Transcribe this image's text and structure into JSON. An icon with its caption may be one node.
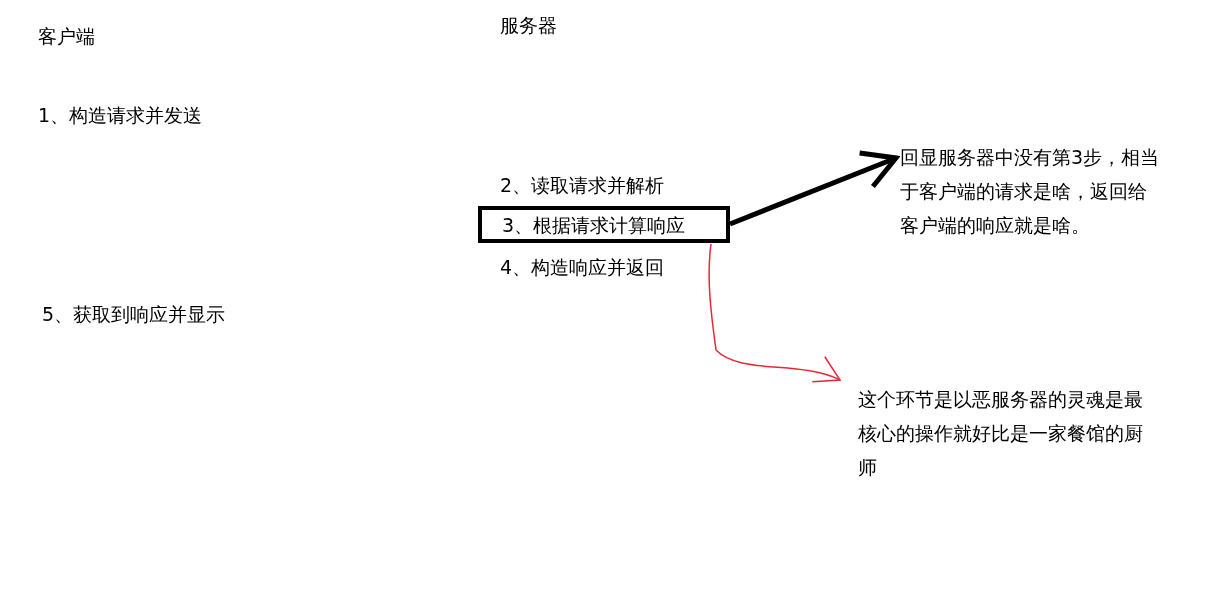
{
  "diagram": {
    "nodes": [
      {
        "text": [
          "3、根据请求计算响应"
        ]
      },
      {
        "text": [
          "回显服务器中没有第3步，相当于客户端的请求是啥，返回给客户端的响应就是啥。"
        ]
      },
      {
        "text": [
          "这个环节是以恶服务器的灵魂是最核心的操作就好比是一家餐馆的厨师"
        ]
      }
    ],
    "edges": [
      {
        "from": 0,
        "to": 1,
        "arrow": "to",
        "style": "thick"
      },
      {
        "from": 0,
        "to": 2,
        "arrow": "to",
        "color": "#e8283a"
      }
    ],
    "labels": [
      "客户端",
      "服务器",
      "1、构造请求并发送",
      "2、读取请求并解析",
      "4、构造响应并返回",
      "5、获取到响应并显示"
    ]
  }
}
